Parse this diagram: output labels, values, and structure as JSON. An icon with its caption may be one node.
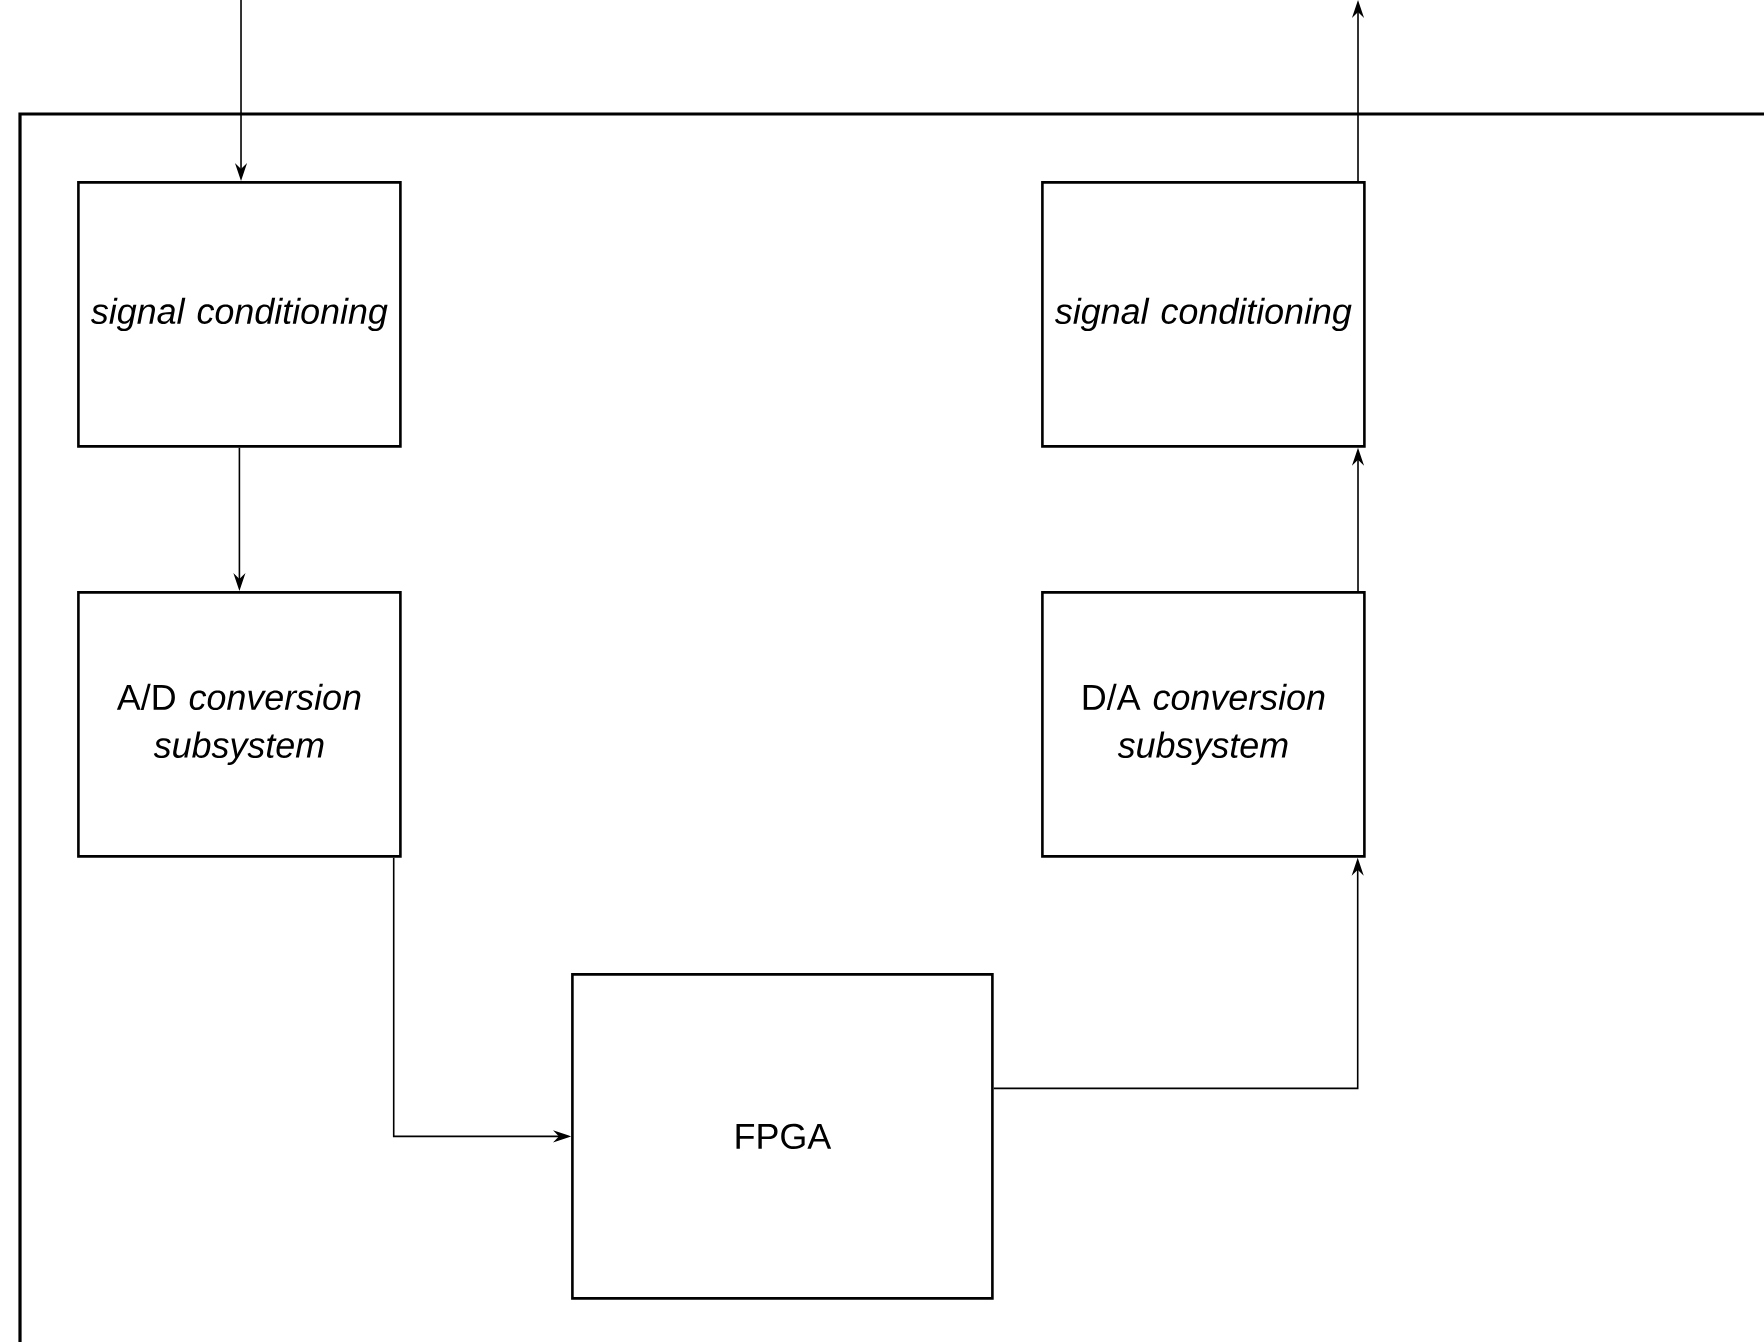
{
  "diagram": {
    "nodes": [
      {
        "text": [],
        "shape": "box"
      },
      {
        "text": [
          "signal conditioning"
        ],
        "in": 0
      },
      {
        "text": [
          "signal conditioning"
        ],
        "in": 0
      },
      {
        "text": [
          "A/D *conversion subsystem*"
        ],
        "in": 0
      },
      {
        "text": [
          "D/A *conversion subsystem*"
        ],
        "in": 0
      },
      {
        "text": [
          "FPGA"
        ],
        "in": 0
      }
    ],
    "edges": [
      {
        "from": null,
        "to": 1,
        "arrow": "to"
      },
      {
        "from": 1,
        "to": 3,
        "arrow": "to"
      },
      {
        "from": 3,
        "to": 5,
        "arrow": "to"
      },
      {
        "from": 5,
        "to": 4,
        "arrow": "to"
      },
      {
        "from": 4,
        "to": 2,
        "arrow": "to"
      },
      {
        "from": 2,
        "to": null,
        "arrow": "to"
      }
    ]
  }
}
